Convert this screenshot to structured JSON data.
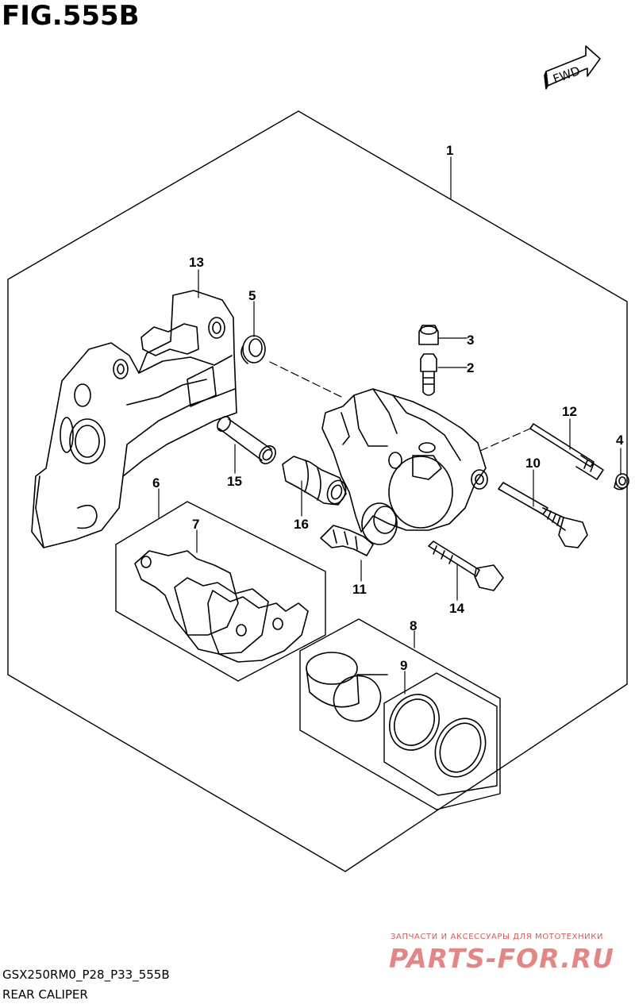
{
  "figure": {
    "title": "FIG.555B",
    "fwd_label": "FWD",
    "model_code": "GSX250RM0_P28_P33_555B",
    "assembly_name": "REAR CALIPER"
  },
  "callouts": [
    {
      "id": "c1",
      "label": "1"
    },
    {
      "id": "c2",
      "label": "2"
    },
    {
      "id": "c3",
      "label": "3"
    },
    {
      "id": "c4",
      "label": "4"
    },
    {
      "id": "c5",
      "label": "5"
    },
    {
      "id": "c6",
      "label": "6"
    },
    {
      "id": "c7",
      "label": "7"
    },
    {
      "id": "c8",
      "label": "8"
    },
    {
      "id": "c9",
      "label": "9"
    },
    {
      "id": "c10",
      "label": "10"
    },
    {
      "id": "c11",
      "label": "11"
    },
    {
      "id": "c12",
      "label": "12"
    },
    {
      "id": "c13",
      "label": "13"
    },
    {
      "id": "c14",
      "label": "14"
    },
    {
      "id": "c15",
      "label": "15"
    },
    {
      "id": "c16",
      "label": "16"
    }
  ],
  "watermark": {
    "tagline": "ЗАПЧАСТИ И АКСЕССУАРЫ ДЛЯ МОТОТЕХНИКИ",
    "brand": "PARTS-FOR.RU"
  }
}
